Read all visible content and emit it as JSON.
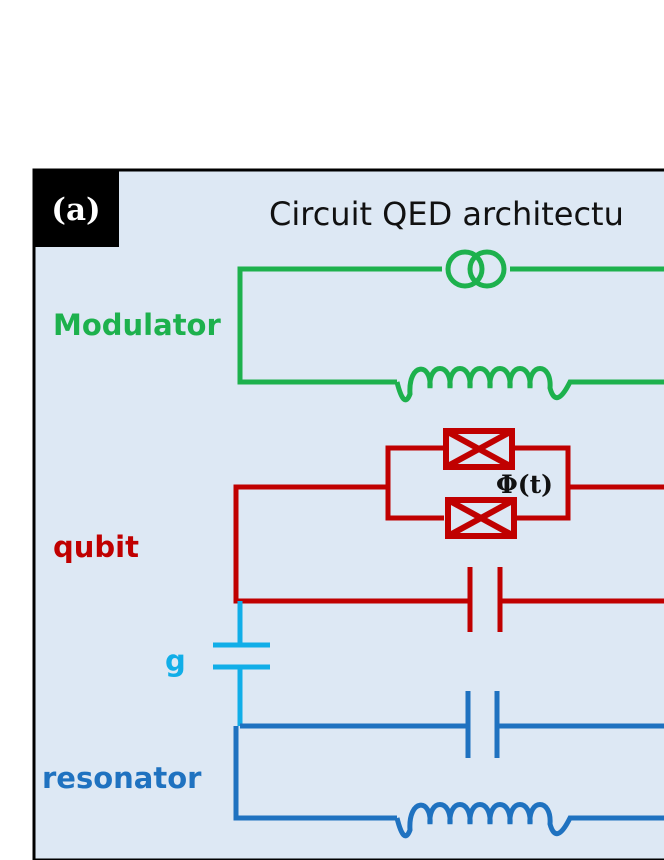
{
  "panel_tag": "(a)",
  "title": "Circuit QED architectu",
  "labels": {
    "modulator": "Modulator",
    "qubit": "qubit",
    "coupling": "g",
    "resonator": "resonator",
    "flux": "Φ(t)"
  },
  "colors": {
    "background": "#dde8f4",
    "frame": "#000000",
    "modulator": "#1db14d",
    "qubit": "#c00000",
    "coupling": "#11aee8",
    "resonator": "#1f72c0"
  },
  "icons": {
    "mutual_inductor": "mutual-coupler-icon",
    "modulator_inductor": "inductor-icon",
    "josephson_junction": "josephson-junction-icon",
    "qubit_capacitor": "capacitor-icon",
    "coupling_capacitor": "capacitor-icon",
    "resonator_capacitor": "capacitor-icon",
    "resonator_inductor": "inductor-icon"
  }
}
